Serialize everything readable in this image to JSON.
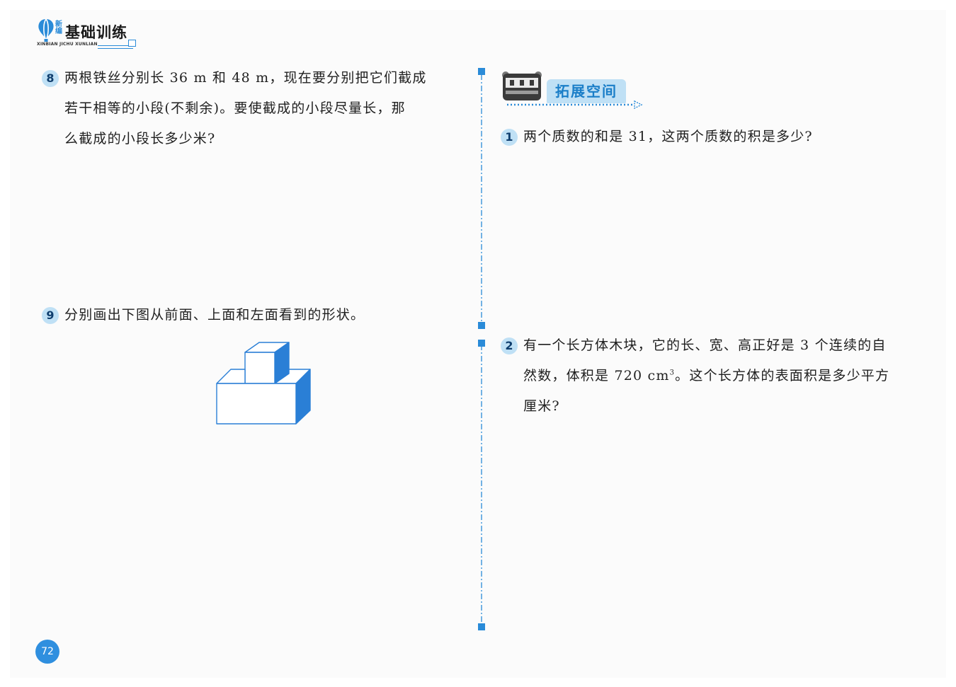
{
  "header": {
    "logo_xin": "新编",
    "logo_title": "基础训练",
    "logo_pinyin": "XINBIAN JICHU XUNLIAN"
  },
  "left": {
    "q8": {
      "number": "8",
      "lines": [
        "两根铁丝分别长 36 m 和 48 m，现在要分别把它们截成",
        "若干相等的小段(不剩余)。要使截成的小段尽量长，那",
        "么截成的小段长多少米?"
      ]
    },
    "q9": {
      "number": "9",
      "text": "分别画出下图从前面、上面和左面看到的形状。"
    }
  },
  "right": {
    "badge": "拓展空间",
    "q1": {
      "number": "1",
      "text": "两个质数的和是 31，这两个质数的积是多少?"
    },
    "q2": {
      "number": "2",
      "line1": "有一个长方体木块，它的长、宽、高正好是 3 个连续的自",
      "line2_pre": "然数，体积是 720 cm",
      "line2_sup": "3",
      "line2_post": "。这个长方体的表面积是多少平方",
      "line3": "厘米?"
    }
  },
  "page_number": "72",
  "colors": {
    "accent": "#2a8bd8",
    "light_blue": "#bfe0f5",
    "cube_side": "#2a7fd6"
  },
  "icons": {
    "logo": "hot-air-balloon-icon",
    "badge_mascot": "robot-head-icon"
  }
}
